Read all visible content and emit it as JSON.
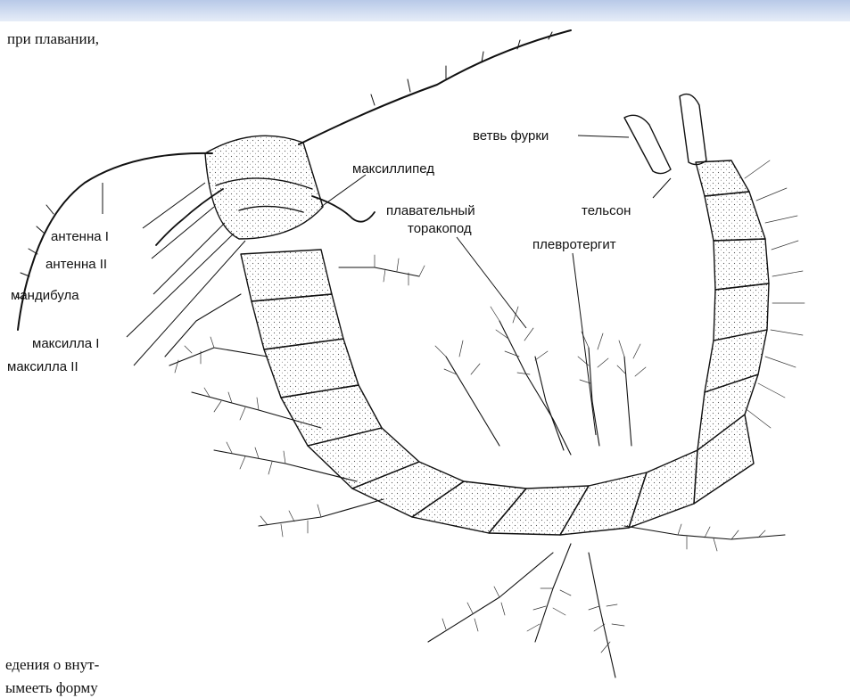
{
  "page_text": {
    "top_line": "при плавании,",
    "bottom_line1": "едения о внут-",
    "bottom_line2": "ымееть форму"
  },
  "labels": {
    "antenna1": "антенна I",
    "antenna2": "антенна II",
    "mandible": "мандибула",
    "maxilla1": "максилла I",
    "maxilla2": "максилла II",
    "maxilliped": "максиллипед",
    "swim_line1": "плавательный",
    "swim_line2": "торакопод",
    "furca": "ветвь фурки",
    "telson": "тельсон",
    "pleurotergite": "плевротергит"
  },
  "colors": {
    "ink": "#111111",
    "band": "#c9d6ee"
  }
}
